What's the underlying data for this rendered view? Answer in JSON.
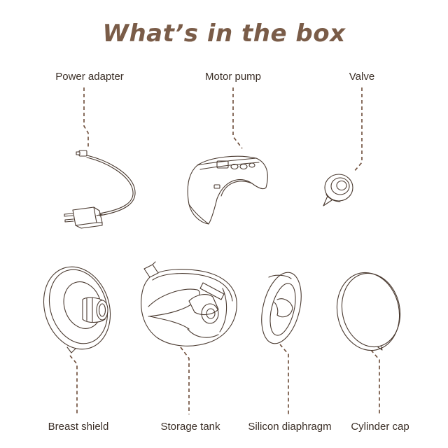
{
  "title": "What’s in the box",
  "items": {
    "power_adapter": "Power adapter",
    "motor_pump": "Motor pump",
    "valve": "Valve",
    "breast_shield": "Breast shield",
    "storage_tank": "Storage tank",
    "silicon_diaphragm": "Silicon diaphragm",
    "cylinder_cap": "Cylinder cap"
  },
  "colors": {
    "title": "#7a5c48",
    "leader_line": "#6b4a36",
    "drawing": "#4a3a30"
  }
}
